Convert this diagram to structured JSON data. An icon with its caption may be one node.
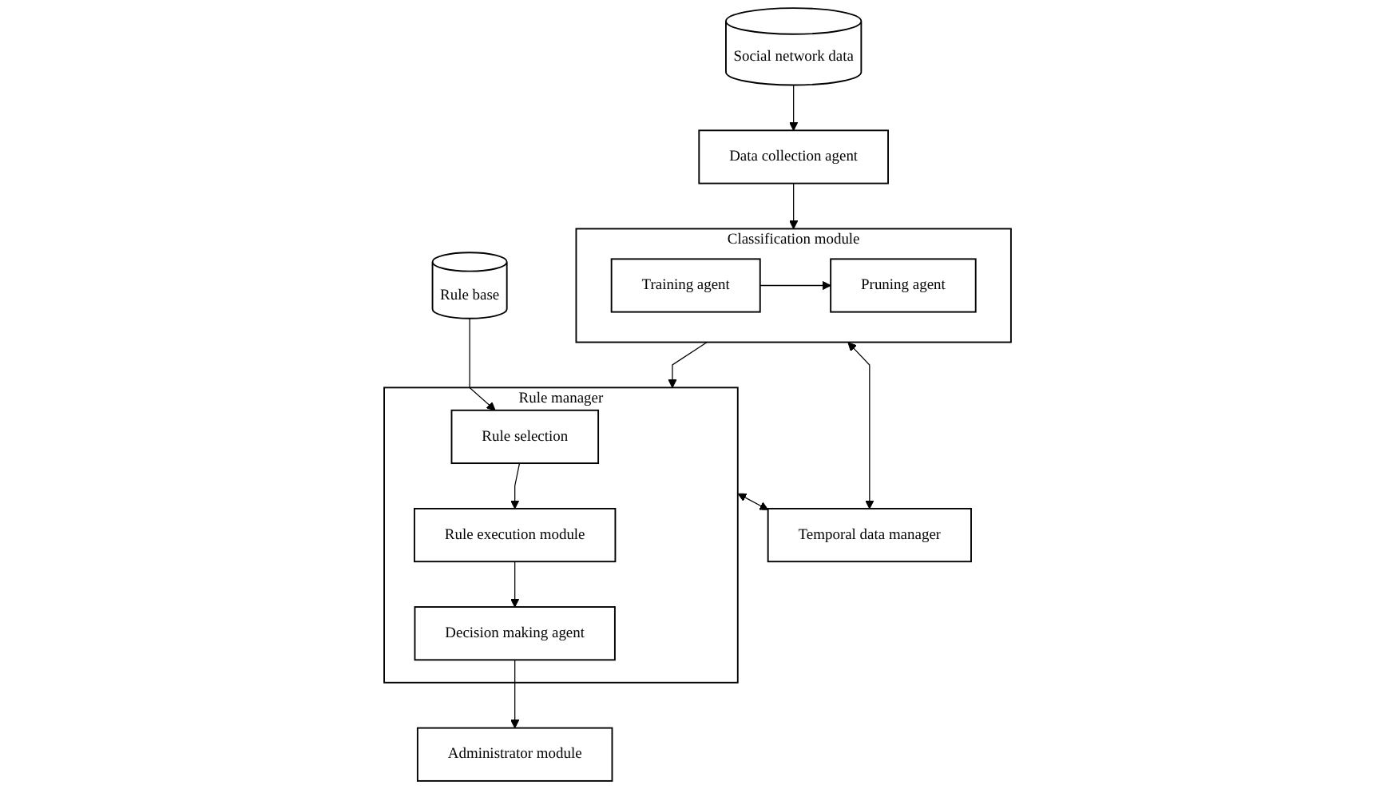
{
  "diagram": {
    "nodes": [
      {
        "text": [
          "Social network data"
        ]
      },
      {
        "text": [
          "Data collection agent"
        ]
      },
      {
        "text": [
          "Classification module"
        ]
      },
      {
        "text": [
          "Training agent"
        ],
        "in": 2
      },
      {
        "text": [
          "Pruning agent"
        ],
        "in": 2
      },
      {
        "text": [
          "Rule manager"
        ]
      },
      {
        "text": [
          "Rule selection"
        ],
        "in": 5
      },
      {
        "text": [
          "Rule execution module"
        ],
        "in": 5
      },
      {
        "text": [
          "Decision making agent"
        ],
        "in": 5
      },
      {
        "text": [
          "Temporal data manager"
        ]
      },
      {
        "text": [
          "Rule base"
        ]
      },
      {
        "text": [
          "Administrator module"
        ]
      }
    ],
    "edges": [
      {
        "from": 0,
        "to": 1,
        "arrow": "to"
      },
      {
        "from": 1,
        "to": 2,
        "arrow": "to"
      },
      {
        "from": 3,
        "to": 4,
        "arrow": "to"
      },
      {
        "from": 2,
        "to": 5,
        "arrow": "to"
      },
      {
        "from": 6,
        "to": 7,
        "arrow": "to"
      },
      {
        "from": 7,
        "to": 8,
        "arrow": "to"
      },
      {
        "from": 2,
        "to": 9,
        "arrow": "both"
      },
      {
        "from": 5,
        "to": 9,
        "arrow": "both"
      },
      {
        "from": 10,
        "to": 6,
        "arrow": "to"
      },
      {
        "from": 8,
        "to": 11,
        "arrow": "to"
      }
    ]
  }
}
